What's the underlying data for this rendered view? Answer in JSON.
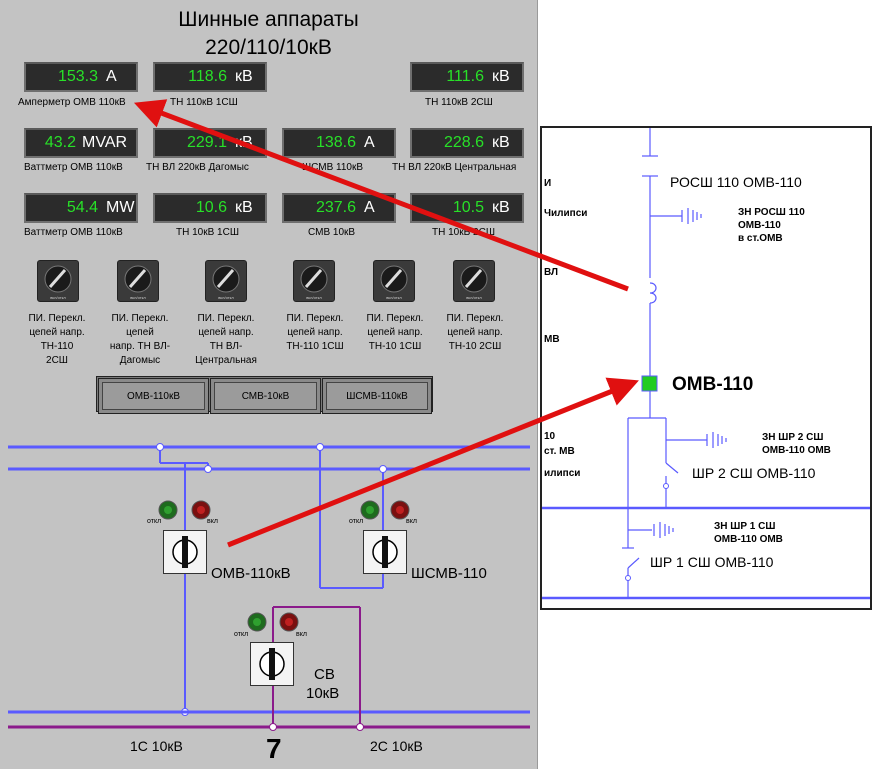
{
  "panel": {
    "title_line1": "Шинные аппараты",
    "title_line2": "220/110/10кВ",
    "meters": [
      {
        "value": "153.3",
        "unit": "А",
        "label": "Амперметр ОМВ 110кВ"
      },
      {
        "value": "118.6",
        "unit": "кВ",
        "label": "ТН 110кВ 1СШ"
      },
      {
        "value": "111.6",
        "unit": "кВ",
        "label": "ТН 110кВ 2СШ"
      },
      {
        "value": "43.2",
        "unit": "MVAR",
        "label": "Ваттметр ОМВ 110кВ"
      },
      {
        "value": "229.1",
        "unit": "кВ",
        "label": "ТН ВЛ 220кВ Дагомыс"
      },
      {
        "value": "138.6",
        "unit": "А",
        "label": "ШСМВ 110кВ"
      },
      {
        "value": "228.6",
        "unit": "кВ",
        "label": "ТН ВЛ 220кВ Центральная"
      },
      {
        "value": "54.4",
        "unit": "MW",
        "label": "Ваттметр ОМВ 110кВ"
      },
      {
        "value": "10.6",
        "unit": "кВ",
        "label": "ТН 10кВ 1СШ"
      },
      {
        "value": "237.6",
        "unit": "А",
        "label": "СМВ 10кВ"
      },
      {
        "value": "10.5",
        "unit": "кВ",
        "label": "ТН 10кВ 2СШ"
      }
    ],
    "selectors": [
      {
        "line1": "ПИ. Перекл.",
        "line2": "цепей напр.",
        "line3": "ТН-110",
        "line4": "2СШ"
      },
      {
        "line1": "ПИ. Перекл.",
        "line2": "цепей",
        "line3": "напр. ТН ВЛ-",
        "line4": "Дагомыс"
      },
      {
        "line1": "ПИ. Перекл.",
        "line2": "цепей напр.",
        "line3": "ТН ВЛ-",
        "line4": "Центральная"
      },
      {
        "line1": "ПИ. Перекл.",
        "line2": "цепей напр.",
        "line3": "ТН-110 1СШ",
        "line4": ""
      },
      {
        "line1": "ПИ. Перекл.",
        "line2": "цепей напр.",
        "line3": "ТН-10 1СШ",
        "line4": ""
      },
      {
        "line1": "ПИ. Перекл.",
        "line2": "цепей напр.",
        "line3": "ТН-10 2СШ",
        "line4": ""
      }
    ],
    "knob_caption": "вкл/откл",
    "buttons": [
      "ОМВ-110кВ",
      "СМВ-10кВ",
      "ШСМВ-110кВ"
    ],
    "lamp_off": "откл",
    "lamp_on": "вкл",
    "switch_omv": "ОМВ-110кВ",
    "switch_shsmv": "ШСМВ-110",
    "switch_sv_line1": "СВ",
    "switch_sv_line2": "10кВ",
    "bus_1c": "1С 10кВ",
    "bus_2c": "2С 10кВ",
    "page_number": "7"
  },
  "diagram": {
    "rosh": "РОСШ 110 ОМВ-110",
    "zn_rosh_1": "ЗН РОСШ 110",
    "zn_rosh_2": "ОМВ-110",
    "zn_rosh_3": "в ст.ОМВ",
    "omv": "ОМВ-110",
    "zn_shr2_1": "ЗН ШР 2 СШ",
    "zn_shr2_2": "ОМВ-110 ОМВ",
    "shr2": "ШР 2 СШ ОМВ-110",
    "zn_shr1_1": "ЗН ШР 1 СШ",
    "zn_shr1_2": "ОМВ-110 ОМВ",
    "shr1": "ШР 1 СШ ОМВ-110",
    "left_1": "И",
    "left_2": "Чилипси",
    "left_3": "ВЛ",
    "left_4": "МВ",
    "left_5": "10",
    "left_6": "ст. МВ",
    "left_7": "илипси"
  },
  "colors": {
    "panel_bg": "#c3c3c3",
    "meter_value": "#28e028",
    "bus_110": "#5a5aff",
    "bus_10": "#8b1a8b",
    "breaker_on": "#22cc22",
    "arrow": "#e01010"
  }
}
